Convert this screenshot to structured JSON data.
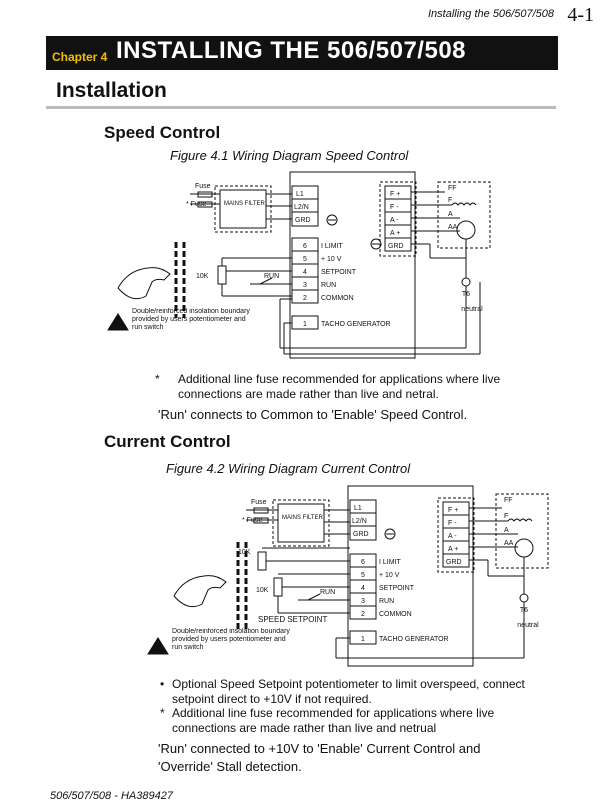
{
  "header": {
    "running_title": "Installing the 506/507/508",
    "page_number": "4-1"
  },
  "chapter": {
    "label": "Chapter 4",
    "title": "INSTALLING THE 506/507/508"
  },
  "section_title": "Installation",
  "speed": {
    "heading": "Speed Control",
    "caption": "Figure 4.1  Wiring Diagram Speed Control",
    "note_marker": "*",
    "note": "Additional line fuse recommended for applications where live connections are made rather than live and netral.",
    "statement": "'Run' connects to Common to 'Enable' Speed Control."
  },
  "current": {
    "heading": "Current Control",
    "caption": "Figure 4.2  Wiring Diagram Current Control",
    "bullet_marker": "•",
    "bullet_note": "Optional Speed Setpoint potentiometer to limit overspeed, connect setpoint direct to +10V if not required.",
    "note_marker": "*",
    "note": "Additional line fuse recommended for applications where live connections are made rather than live and netrual",
    "statement": "'Run' connected to +10V to 'Enable' Current Control and 'Override' Stall detection."
  },
  "diagram": {
    "fuse": "Fuse",
    "fuse_star": "* Fuse",
    "mains_filter": "MAINS FILTER",
    "l1": "L1",
    "l2n": "L2/N",
    "grd": "GRD",
    "terminals": [
      {
        "num": "6",
        "label": "I LIMIT"
      },
      {
        "num": "5",
        "label": "+ 10 V"
      },
      {
        "num": "4",
        "label": "SETPOINT"
      },
      {
        "num": "3",
        "label": "RUN"
      },
      {
        "num": "2",
        "label": "COMMON"
      },
      {
        "num": "1",
        "label": "TACHO GENERATOR"
      }
    ],
    "motor_terminals": [
      "F +",
      "F -",
      "A -",
      "A +",
      "GRD"
    ],
    "ff": "FF",
    "f": "F",
    "a": "A",
    "aa": "AA",
    "pot_10k": "10K",
    "run": "RUN",
    "t6": "T6",
    "neutral": "neutral",
    "warning": "Double/reinforced insolation boundary provided by users potentiometer and run switch",
    "speed_setpoint": "SPEED SETPOINT"
  },
  "footer": "506/507/508 - HA389427"
}
